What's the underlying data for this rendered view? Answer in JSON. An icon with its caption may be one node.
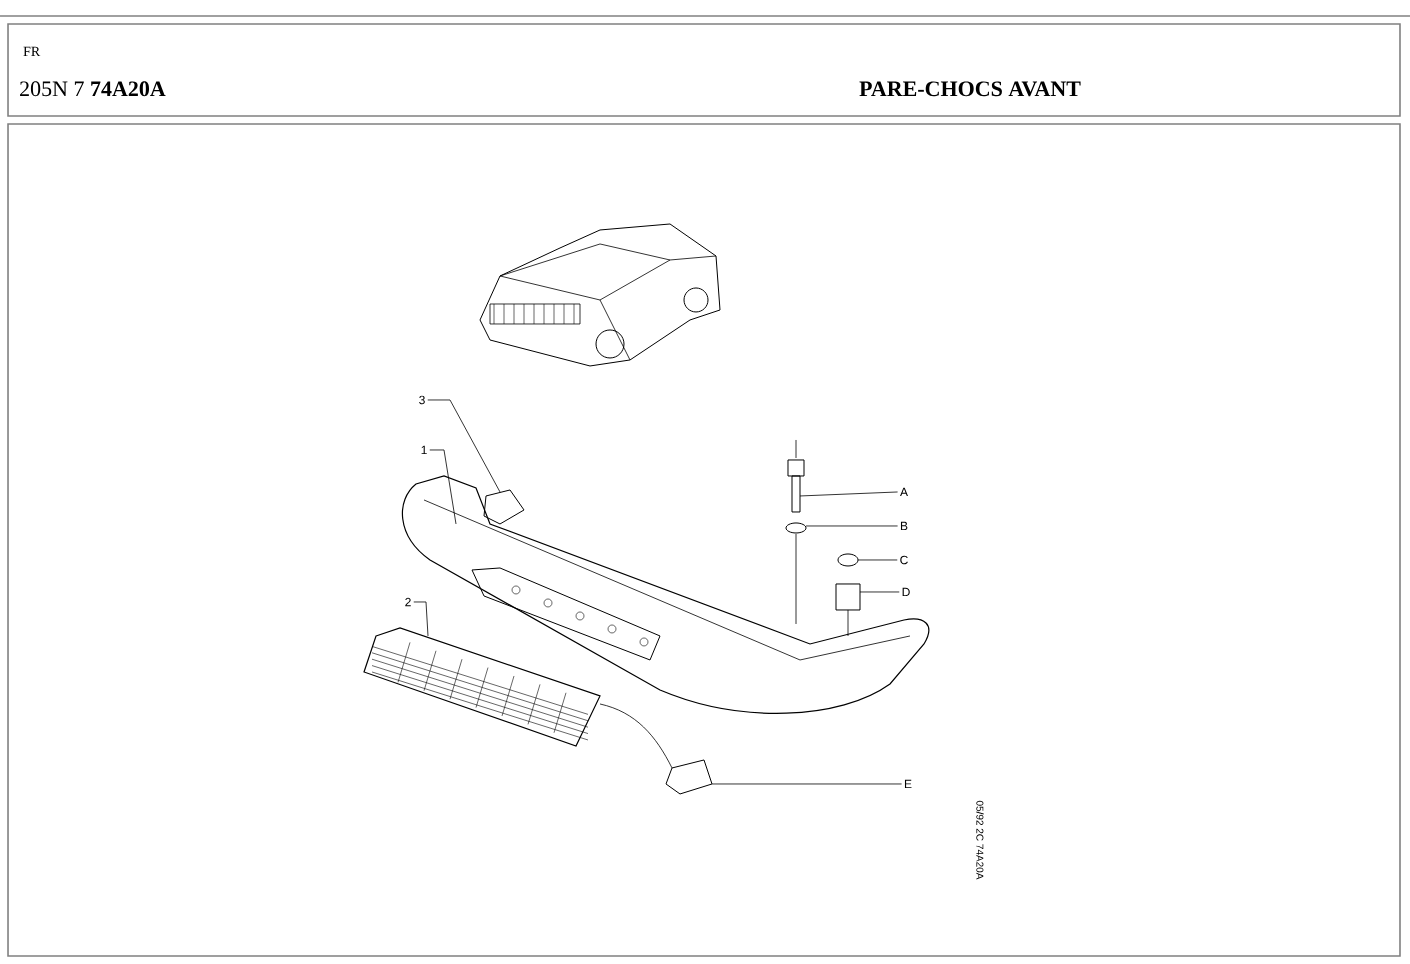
{
  "diagram": {
    "nodes": [
      {
        "text": [
          "FR",
          "205N 7 **74A20A**",
          "PARE-CHOCS AVANT"
        ]
      },
      {
        "text": [
          "3"
        ]
      },
      {
        "text": [
          "1"
        ]
      },
      {
        "text": [
          "2"
        ]
      },
      {
        "text": [
          "A"
        ]
      },
      {
        "text": [
          "B"
        ]
      },
      {
        "text": [
          "C"
        ]
      },
      {
        "text": [
          "D"
        ]
      },
      {
        "text": [
          "E"
        ]
      },
      {
        "text": [],
        "shape": "picture"
      },
      {
        "text": [],
        "shape": "picture"
      },
      {
        "text": [],
        "shape": "picture"
      },
      {
        "text": [],
        "shape": "picture"
      },
      {
        "text": [],
        "shape": "picture"
      },
      {
        "text": [],
        "shape": "picture"
      },
      {
        "text": [],
        "shape": "picture"
      },
      {
        "text": [],
        "shape": "picture"
      }
    ],
    "edges": [
      {
        "from": 1,
        "to": 9,
        "arrow": "none"
      },
      {
        "from": 2,
        "to": 10,
        "arrow": "none"
      },
      {
        "from": 3,
        "to": 11,
        "arrow": "none"
      },
      {
        "from": 4,
        "to": 12,
        "arrow": "none"
      },
      {
        "from": 5,
        "to": 13,
        "arrow": "none"
      },
      {
        "from": 6,
        "to": 14,
        "arrow": "none"
      },
      {
        "from": 7,
        "to": 15,
        "arrow": "none"
      },
      {
        "from": 8,
        "to": 16,
        "arrow": "none"
      },
      {
        "from": 10,
        "to": 16,
        "arrow": "none"
      },
      {
        "from": 13,
        "to": 10,
        "arrow": "none"
      },
      {
        "from": 15,
        "to": 10,
        "arrow": "none"
      }
    ],
    "labels": [
      "05/92 2C 74A20A"
    ]
  }
}
